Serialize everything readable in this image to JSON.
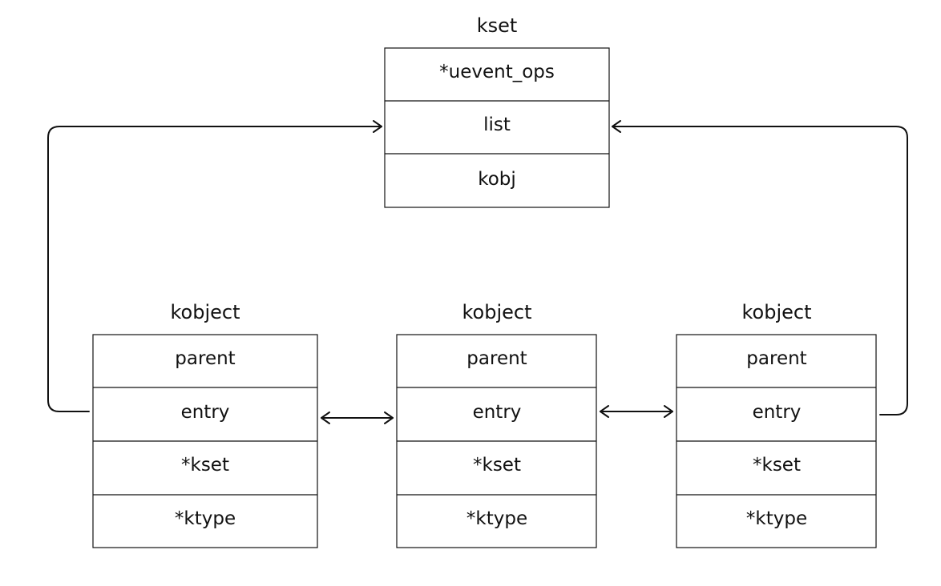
{
  "kset": {
    "title": "kset",
    "fields": [
      "*uevent_ops",
      "list",
      "kobj"
    ]
  },
  "kobjects": [
    {
      "title": "kobject",
      "fields": [
        "parent",
        "entry",
        "*kset",
        "*ktype"
      ]
    },
    {
      "title": "kobject",
      "fields": [
        "parent",
        "entry",
        "*kset",
        "*ktype"
      ]
    },
    {
      "title": "kobject",
      "fields": [
        "parent",
        "entry",
        "*kset",
        "*ktype"
      ]
    }
  ]
}
